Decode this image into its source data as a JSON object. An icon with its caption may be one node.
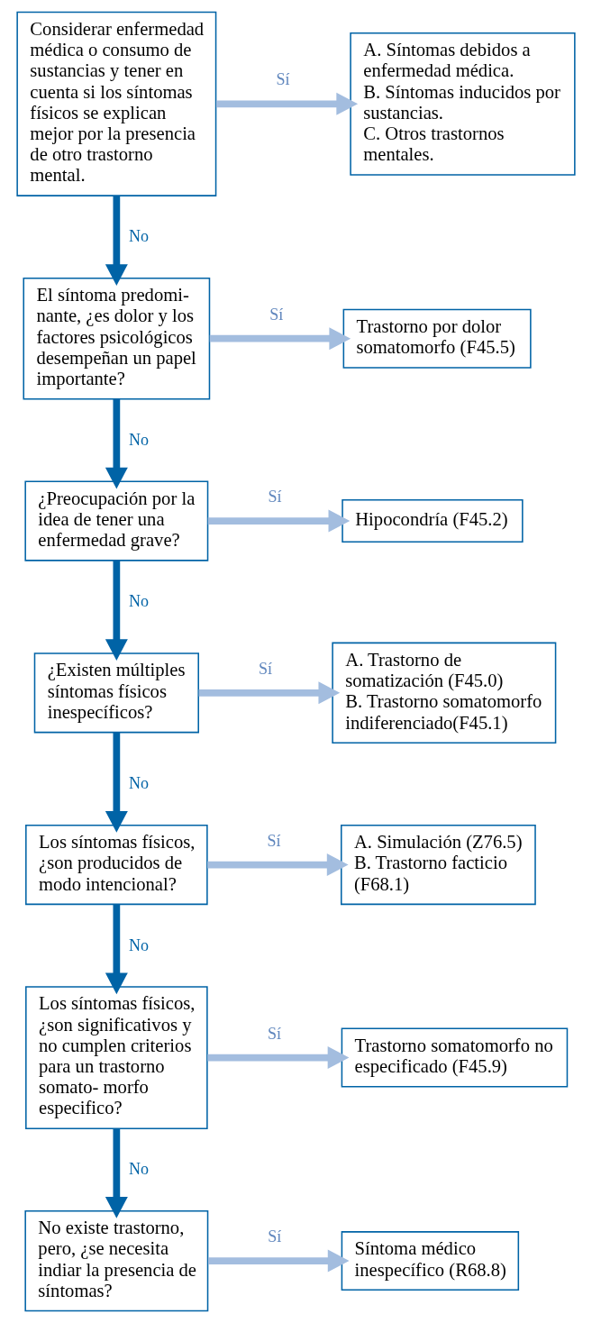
{
  "diagram": {
    "nodes": [
      {
        "text": [
          "Considerar enfermedad médica o consumo de sustancias y tener en cuenta si los síntomas físicos se explican mejor por la presencia de otro trastorno mental."
        ]
      },
      {
        "text": [
          "A. Síntomas debidos a enfermedad médica.",
          "B. Síntomas inducidos por sustancias.",
          "C. Otros trastornos mentales."
        ]
      },
      {
        "text": [
          "El síntoma predomi- nante, ¿es dolor y los factores psicológicos desempeñan un papel importante?"
        ]
      },
      {
        "text": [
          "Trastorno por dolor somatomorfo (F45.5)"
        ]
      },
      {
        "text": [
          "¿Preocupación por la idea de tener una enfermedad grave?"
        ]
      },
      {
        "text": [
          "Hipocondría (F45.2)"
        ]
      },
      {
        "text": [
          "¿Existen múltiples síntomas físicos inespecíficos?"
        ]
      },
      {
        "text": [
          "A. Trastorno de somatización (F45.0)",
          "B. Trastorno somatomorfo indiferenciado(F45.1)"
        ]
      },
      {
        "text": [
          "Los síntomas físicos, ¿son producidos de modo intencional?"
        ]
      },
      {
        "text": [
          "A. Simulación (Z76.5)",
          "B. Trastorno facticio (F68.1)"
        ]
      },
      {
        "text": [
          "Los síntomas físicos, ¿son significativos y no cumplen criterios para un trastorno somato- morfo especifico?"
        ]
      },
      {
        "text": [
          "Trastorno somatomorfo no especificado (F45.9)"
        ]
      },
      {
        "text": [
          "No existe trastorno, pero, ¿se necesita indiar la presencia de síntomas?"
        ]
      },
      {
        "text": [
          "Síntoma médico inespecífico (R68.8)"
        ]
      }
    ],
    "edges": [
      {
        "from": 0,
        "to": 1,
        "arrow": "to",
        "label": "Sí"
      },
      {
        "from": 0,
        "to": 2,
        "arrow": "to",
        "label": "No",
        "color": "#0063a6"
      },
      {
        "from": 2,
        "to": 3,
        "arrow": "to",
        "label": "Sí"
      },
      {
        "from": 2,
        "to": 4,
        "arrow": "to",
        "label": "No",
        "color": "#0063a6"
      },
      {
        "from": 4,
        "to": 5,
        "arrow": "to",
        "label": "Sí"
      },
      {
        "from": 4,
        "to": 6,
        "arrow": "to",
        "label": "No",
        "color": "#0063a6"
      },
      {
        "from": 6,
        "to": 7,
        "arrow": "to",
        "label": "Sí"
      },
      {
        "from": 6,
        "to": 8,
        "arrow": "to",
        "label": "No",
        "color": "#0063a6"
      },
      {
        "from": 8,
        "to": 9,
        "arrow": "to",
        "label": "Sí"
      },
      {
        "from": 8,
        "to": 10,
        "arrow": "to",
        "label": "No",
        "color": "#0063a6"
      },
      {
        "from": 10,
        "to": 11,
        "arrow": "to",
        "label": "Sí"
      },
      {
        "from": 10,
        "to": 12,
        "arrow": "to",
        "label": "No",
        "color": "#0063a6"
      },
      {
        "from": 12,
        "to": 13,
        "arrow": "to",
        "label": "Sí"
      }
    ]
  }
}
